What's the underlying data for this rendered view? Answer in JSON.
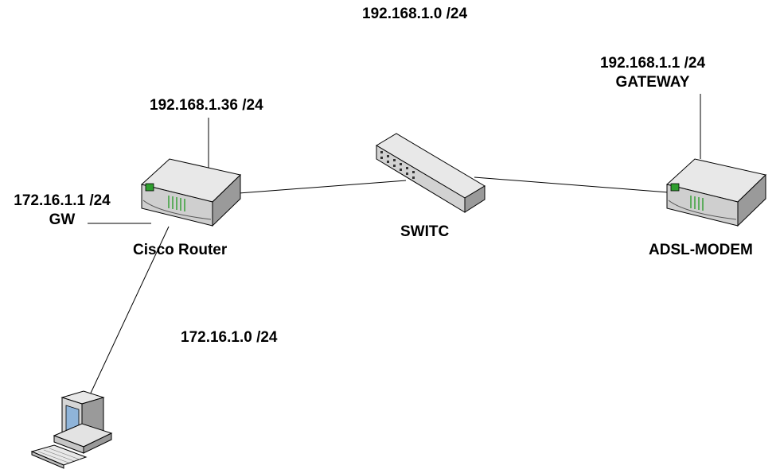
{
  "networks": {
    "lan_subnet": "192.168.1.0 /24",
    "inner_subnet": "172.16.1.0 /24"
  },
  "router": {
    "name": "Cisco Router",
    "wan_ip": "192.168.1.36 /24",
    "lan_ip": "172.16.1.1 /24",
    "lan_role": "GW"
  },
  "switch": {
    "name": "SWITC"
  },
  "modem": {
    "name": "ADSL-MODEM",
    "ip": "192.168.1.1 /24",
    "role": "GATEWAY"
  },
  "colors": {
    "line": "#000000",
    "device_light": "#e8e8e8",
    "device_mid": "#c9c9c9",
    "device_dark": "#8e8e8e",
    "led_green": "#2e9e2e"
  },
  "icons": [
    "router-icon",
    "switch-icon",
    "modem-icon",
    "computer-icon"
  ]
}
